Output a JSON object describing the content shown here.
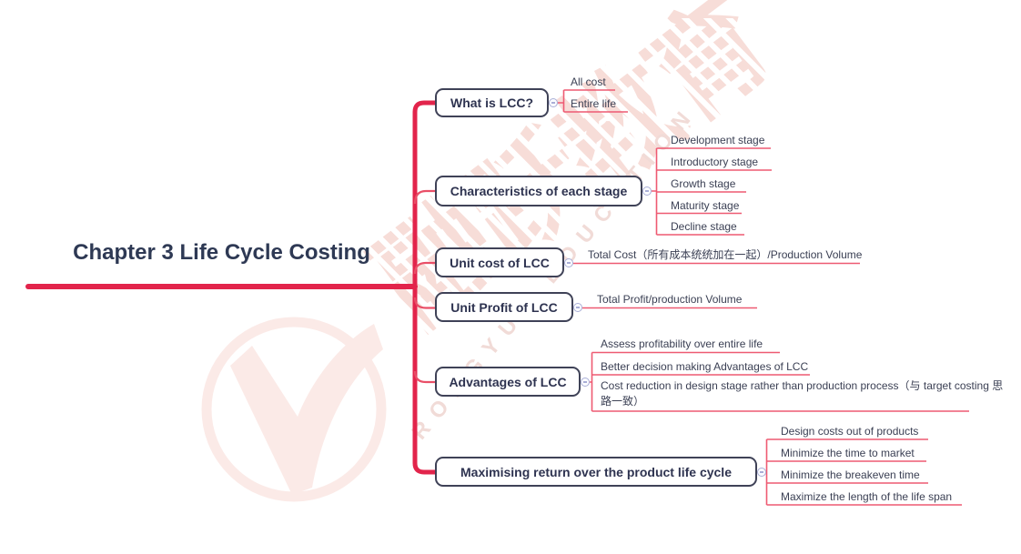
{
  "root": {
    "label": "Chapter 3 Life Cycle Costing"
  },
  "branches": [
    {
      "label": "What is LCC?",
      "children": [
        "All cost",
        "Entire life"
      ]
    },
    {
      "label": "Characteristics of each stage",
      "children": [
        "Development stage",
        "Introductory stage",
        "Growth stage",
        "Maturity stage",
        "Decline stage"
      ]
    },
    {
      "label": "Unit cost of LCC",
      "children": [
        "Total Cost（所有成本统统加在一起）/Production Volume"
      ]
    },
    {
      "label": "Unit Profit of LCC",
      "children": [
        "Total Profit/production Volume"
      ]
    },
    {
      "label": "Advantages of LCC",
      "children": [
        "Assess profitability over entire life",
        "Better decision making Advantages of LCC",
        "Cost reduction in design stage rather than production process（与 target costing 思路一致）"
      ]
    },
    {
      "label": "Maximising return over the product life cycle",
      "children": [
        "Design costs out of products",
        "Minimize the time to market",
        "Minimize the breakeven time",
        "Maximize the length of the life span"
      ]
    }
  ],
  "watermark": {
    "cn": "融跃教育",
    "en": "RONGYUE EDUCATION"
  },
  "icons": {
    "collapse": "minus-icon"
  },
  "colors": {
    "trunk_red": "#e2244b",
    "branch_stub_red": "#e94f67",
    "child_line_pink": "#ee5a72",
    "node_border": "#3f4257",
    "node_text": "#2e3350",
    "child_text": "#3b4054",
    "collapse_lavender": "#a9aed6",
    "watermark_pink": "#f7ddd8"
  }
}
